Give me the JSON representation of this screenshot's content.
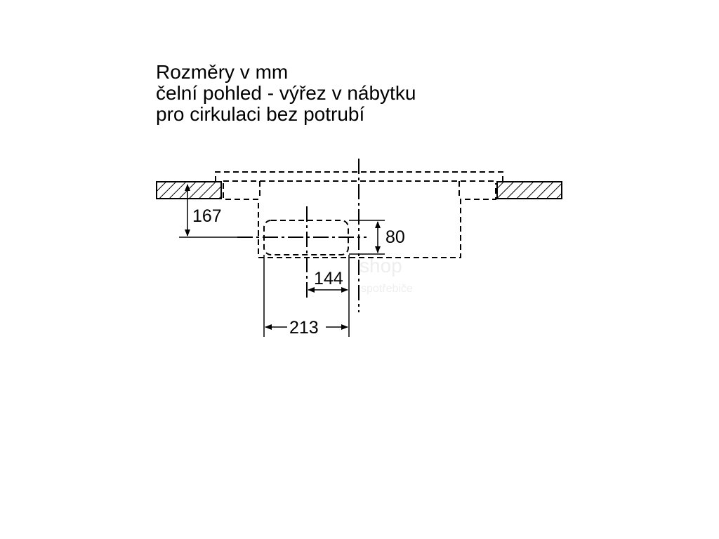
{
  "caption": {
    "line1": "Rozměry v mm",
    "line2": "čelní pohled - výřez v nábytku",
    "line3": "pro cirkulaci bez potrubí"
  },
  "dimensions": {
    "height_to_cutout": "167",
    "cutout_height": "80",
    "cutout_offset": "144",
    "cutout_width": "213"
  },
  "watermark": {
    "line1": "shop",
    "line2": "spotřebiče"
  },
  "colors": {
    "line": "#000000",
    "hatch_fill": "#ffffff",
    "watermark": "#eeeeee"
  }
}
